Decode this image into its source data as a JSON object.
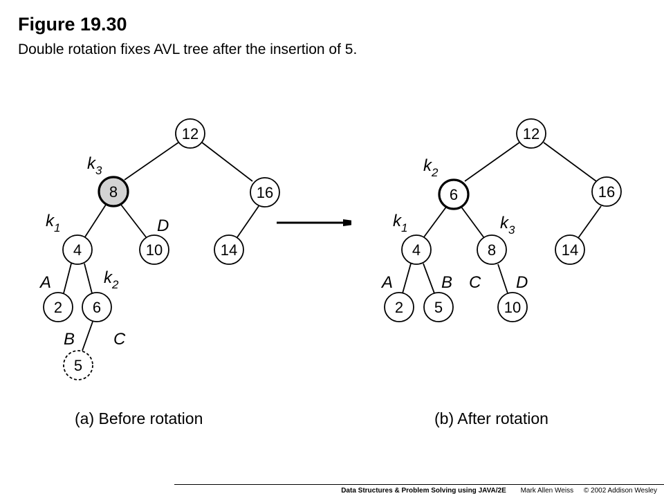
{
  "figure": {
    "title": "Figure 19.30",
    "caption": "Double rotation fixes AVL tree after the insertion of 5."
  },
  "before": {
    "label": "(a) Before rotation",
    "nodes": [
      "12",
      "8",
      "16",
      "4",
      "10",
      "14",
      "2",
      "6",
      "5"
    ],
    "labels": {
      "k3": {
        "base": "k",
        "sub": "3"
      },
      "k1": {
        "base": "k",
        "sub": "1"
      },
      "k2": {
        "base": "k",
        "sub": "2"
      },
      "A": "A",
      "B": "B",
      "C": "C",
      "D": "D"
    }
  },
  "after": {
    "label": "(b) After rotation",
    "nodes": [
      "12",
      "6",
      "16",
      "4",
      "8",
      "14",
      "2",
      "5",
      "10"
    ],
    "labels": {
      "k2": {
        "base": "k",
        "sub": "2"
      },
      "k1": {
        "base": "k",
        "sub": "1"
      },
      "k3": {
        "base": "k",
        "sub": "3"
      },
      "A": "A",
      "B": "B",
      "C": "C",
      "D": "D"
    }
  },
  "footer": {
    "book": "Data Structures & Problem Solving using JAVA/2E",
    "author": "Mark Allen Weiss",
    "copyright": "© 2002  Addison Wesley"
  },
  "colors": {
    "highlight_fill": "#d3d3d3",
    "stroke": "#000000",
    "background": "#ffffff"
  }
}
